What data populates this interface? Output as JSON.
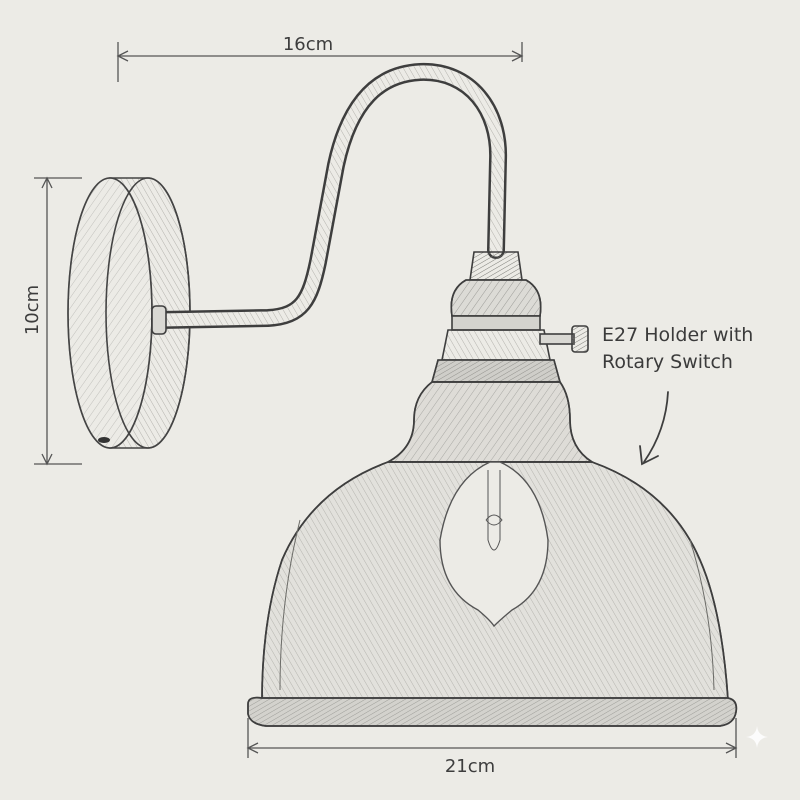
{
  "dimensions": {
    "top_width": "16cm",
    "height": "10cm",
    "bottom_width": "21cm"
  },
  "callout": {
    "line1": "E27 Holder with",
    "line2": "Rotary Switch"
  },
  "icons": {
    "sparkle": "sparkle-icon"
  },
  "colors": {
    "paper": "#ecebe6",
    "ink": "#3d3d3d"
  }
}
